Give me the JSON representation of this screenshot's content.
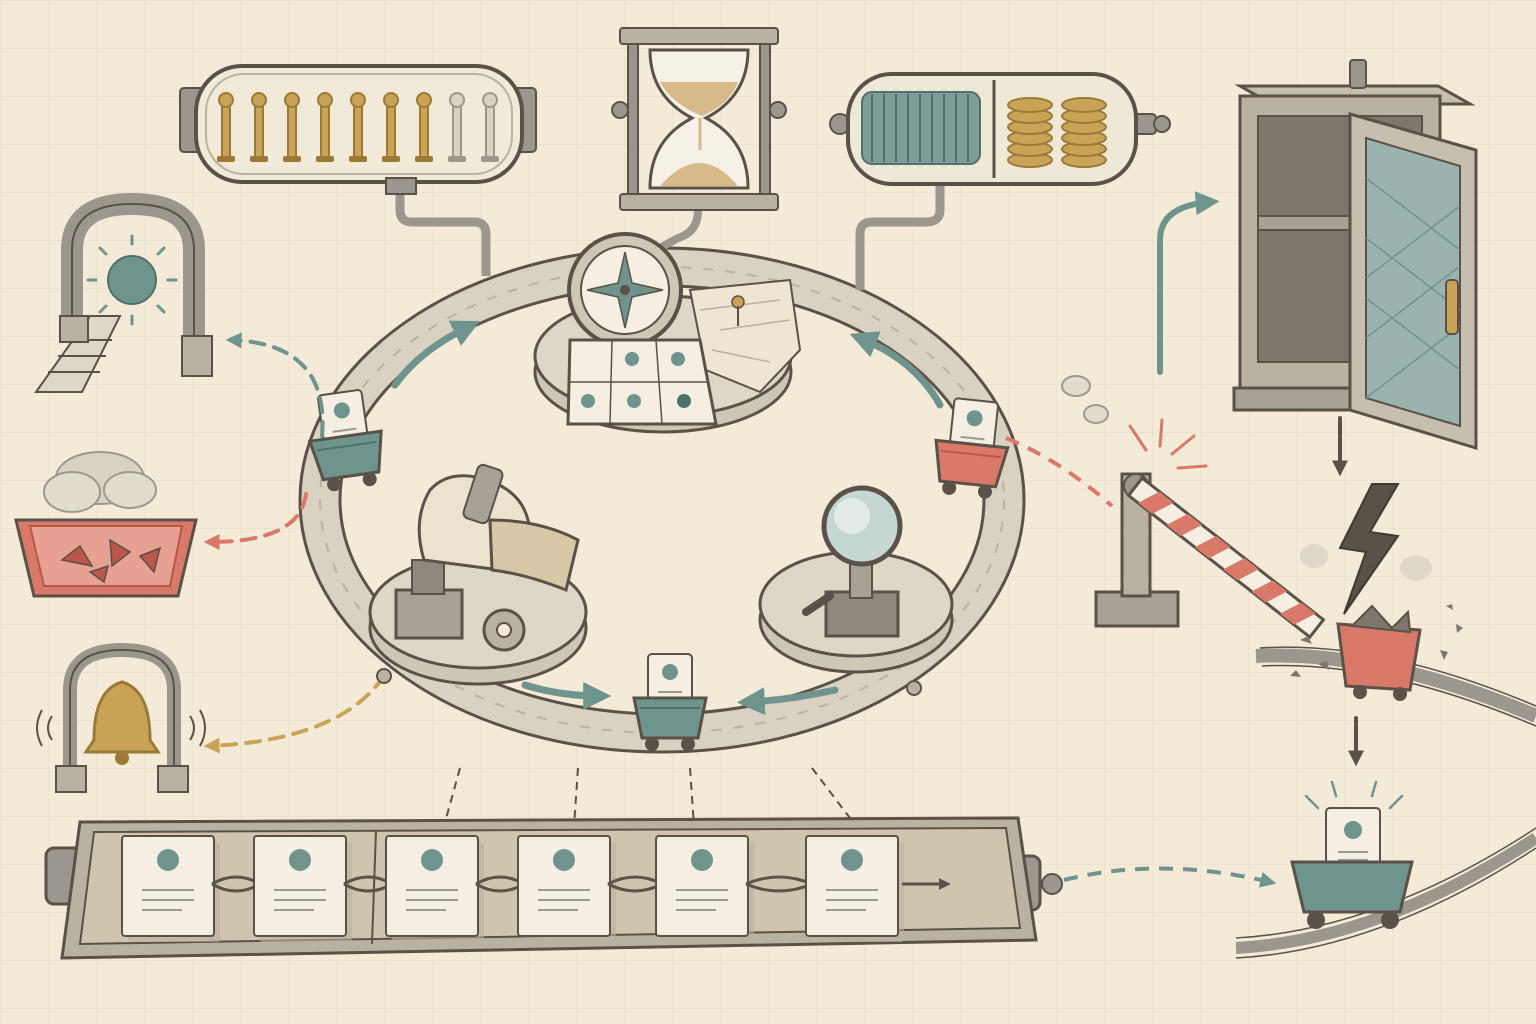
{
  "palette": {
    "paper": "#f3ead8",
    "grid": "#e6dcc6",
    "ink": "#5a5148",
    "stone": "#d9d2c3",
    "stone_dark": "#b9b1a1",
    "metal": "#9c978e",
    "teal": "#6f948e",
    "teal_dark": "#4f716c",
    "red": "#d9796a",
    "red_dark": "#b8574a",
    "brass": "#c9a458",
    "brass_dark": "#9c7a35",
    "sand": "#d8b98a",
    "card": "#f4efe2"
  },
  "icons": {
    "central_loop": "track-loop-icon",
    "top_left": "memory-tube-icon",
    "top_center": "hourglass-icon",
    "top_right": "coin-battery-icon",
    "hub_top": "compass-map-icon",
    "hub_left": "hand-stamp-icon",
    "hub_right": "magnifier-icon",
    "left_top": "archway-portal-icon",
    "left_middle": "rubble-bin-icon",
    "left_bottom": "bell-icon",
    "right_top": "cabinet-icon",
    "right_barrier": "barrier-gate-icon",
    "right_crash": "crash-lightning-icon",
    "right_bottom": "cart-on-track-icon",
    "bottom": "conveyor-belt-icon"
  },
  "memory_pegs": {
    "total": 9,
    "brass": 7
  },
  "conveyor_cards": {
    "count": 6
  },
  "loop_carts": [
    {
      "id": "cart-left",
      "color": "teal"
    },
    {
      "id": "cart-right",
      "color": "red"
    },
    {
      "id": "cart-bottom",
      "color": "teal"
    }
  ]
}
